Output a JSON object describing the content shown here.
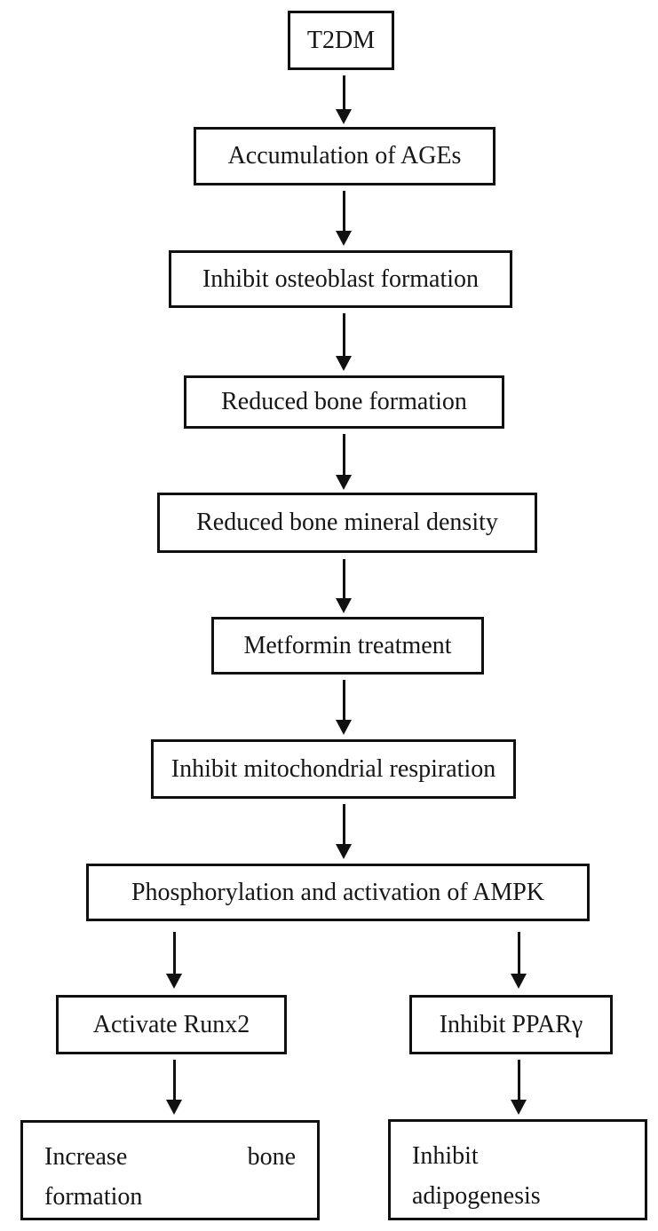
{
  "diagram": {
    "title": "Metformin and bone metabolism flowchart",
    "background_color": "#ffffff",
    "line_color": "#111111",
    "text_color": "#161616",
    "nodes": {
      "t2dm": {
        "label": "T2DM"
      },
      "ages": {
        "label": "Accumulation of AGEs"
      },
      "osteoblast": {
        "label": "Inhibit osteoblast formation"
      },
      "reduced_bone_formation": {
        "label": "Reduced bone formation"
      },
      "reduced_bmd": {
        "label": "Reduced bone mineral density"
      },
      "metformin": {
        "label": "Metformin treatment"
      },
      "mitochondrial": {
        "label": "Inhibit mitochondrial respiration"
      },
      "ampk": {
        "label": "Phosphorylation and activation of AMPK"
      },
      "runx2": {
        "label": "Activate Runx2"
      },
      "pparg": {
        "label": "Inhibit PPARγ"
      },
      "increase_bone": {
        "line1_word1": "Increase",
        "line1_word2": "bone",
        "line2": "formation"
      },
      "adipogenesis": {
        "line1": "Inhibit",
        "line2": "adipogenesis"
      }
    }
  }
}
